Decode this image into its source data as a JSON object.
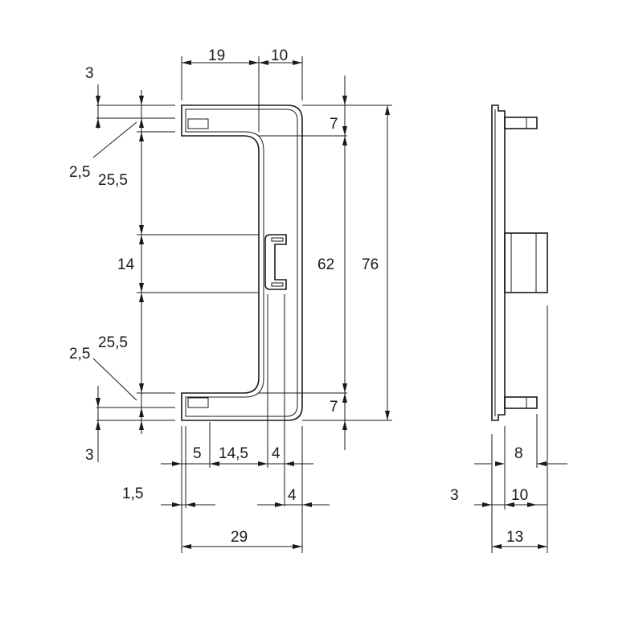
{
  "drawing": {
    "front_view": {
      "dims": {
        "top_width_19": "19",
        "top_width_10": "10",
        "top_offset_3": "3",
        "gap_2_5_top": "2,5",
        "span_25_5_top": "25,5",
        "center_14": "14",
        "gap_2_5_bottom": "2,5",
        "span_25_5_bottom": "25,5",
        "bottom_offset_3": "3",
        "right_7_top": "7",
        "right_62": "62",
        "right_76": "76",
        "right_7_bottom": "7",
        "bottom_5": "5",
        "bottom_14_5": "14,5",
        "bottom_4_inner": "4",
        "bottom_1_5": "1,5",
        "bottom_4_outer": "4",
        "bottom_29": "29"
      }
    },
    "side_view": {
      "dims": {
        "pin_8": "8",
        "plate_3": "3",
        "pin_10": "10",
        "overall_13": "13"
      }
    }
  }
}
